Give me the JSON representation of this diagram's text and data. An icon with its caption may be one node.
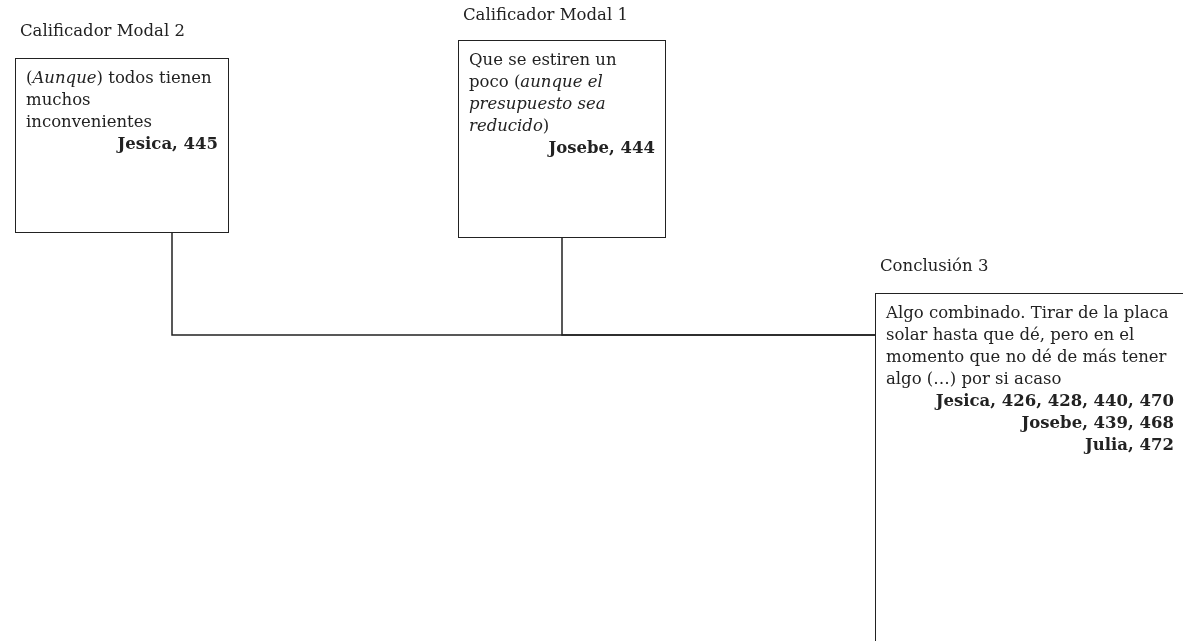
{
  "diagram": {
    "nodes": [
      {
        "text": [
          "Calificador Modal 2",
          "(*Aunque*) todos tienen muchos inconvenientes",
          "Jesica, 445"
        ]
      },
      {
        "text": [
          "Calificador Modal 1",
          "Que se estiren un poco (*aunque el presupuesto sea reducido*)",
          "Josebe, 444"
        ]
      },
      {
        "text": [
          "Conclusión 3",
          "Algo combinado. Tirar de la placa solar hasta que dé, pero en el momento que no dé de más tener algo (…) por si acaso",
          "Jesica, 426, 428, 440, 470",
          "Josebe, 439, 468",
          "Julia, 472"
        ]
      }
    ],
    "edges": [
      {
        "from": 0,
        "to": 2,
        "arrow": "none"
      },
      {
        "from": 1,
        "to": 2,
        "arrow": "none"
      }
    ]
  }
}
